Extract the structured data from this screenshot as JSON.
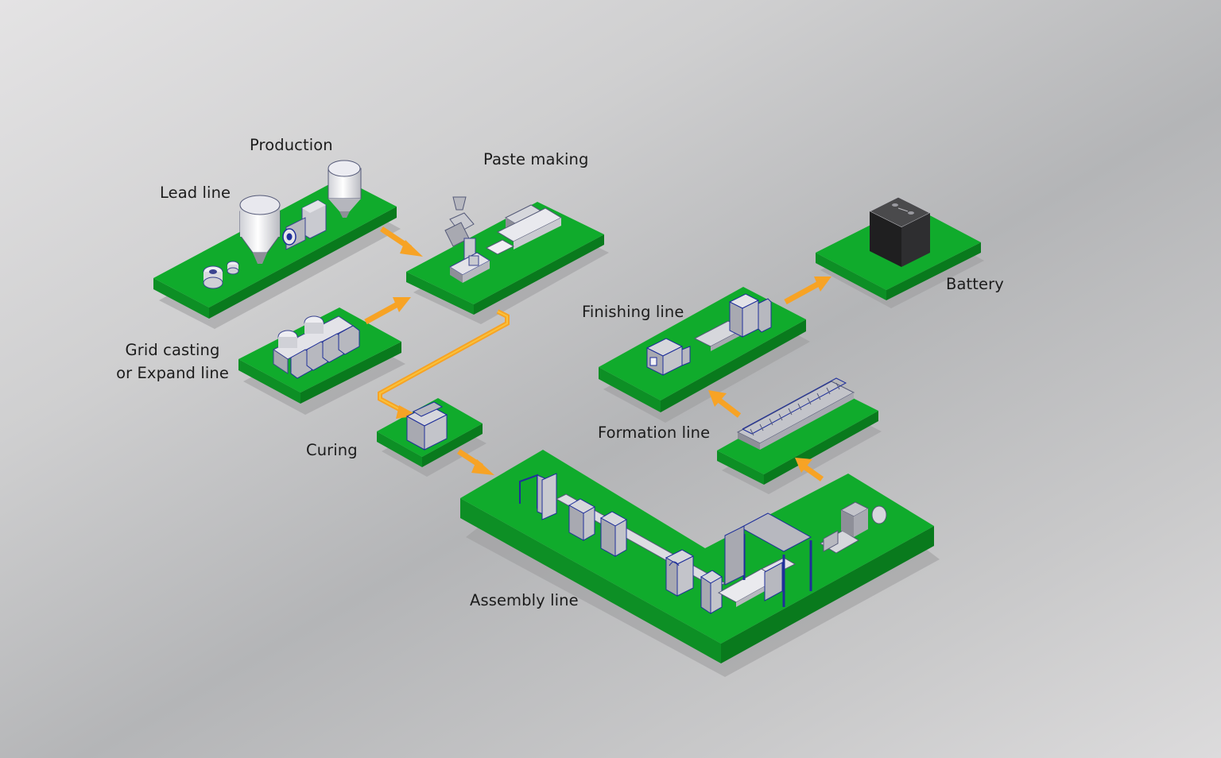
{
  "labels": {
    "production": "Production",
    "lead_line": "Lead line",
    "paste_making": "Paste making",
    "grid_casting_1": "Grid casting",
    "grid_casting_2": "or Expand line",
    "curing": "Curing",
    "finishing_line": "Finishing line",
    "battery": "Battery",
    "formation_line": "Formation line",
    "assembly_line": "Assembly line"
  },
  "colors": {
    "platform_top": "#10ab2c",
    "platform_left": "#0d8f25",
    "platform_right": "#097a1d",
    "machine_face": "#b7b8bf",
    "machine_top": "#d6d7dc",
    "machine_side": "#8e8f98",
    "machine_edge": "#1f2f9a",
    "arrow": "#f7a325",
    "battery": "#2a2a2a"
  }
}
